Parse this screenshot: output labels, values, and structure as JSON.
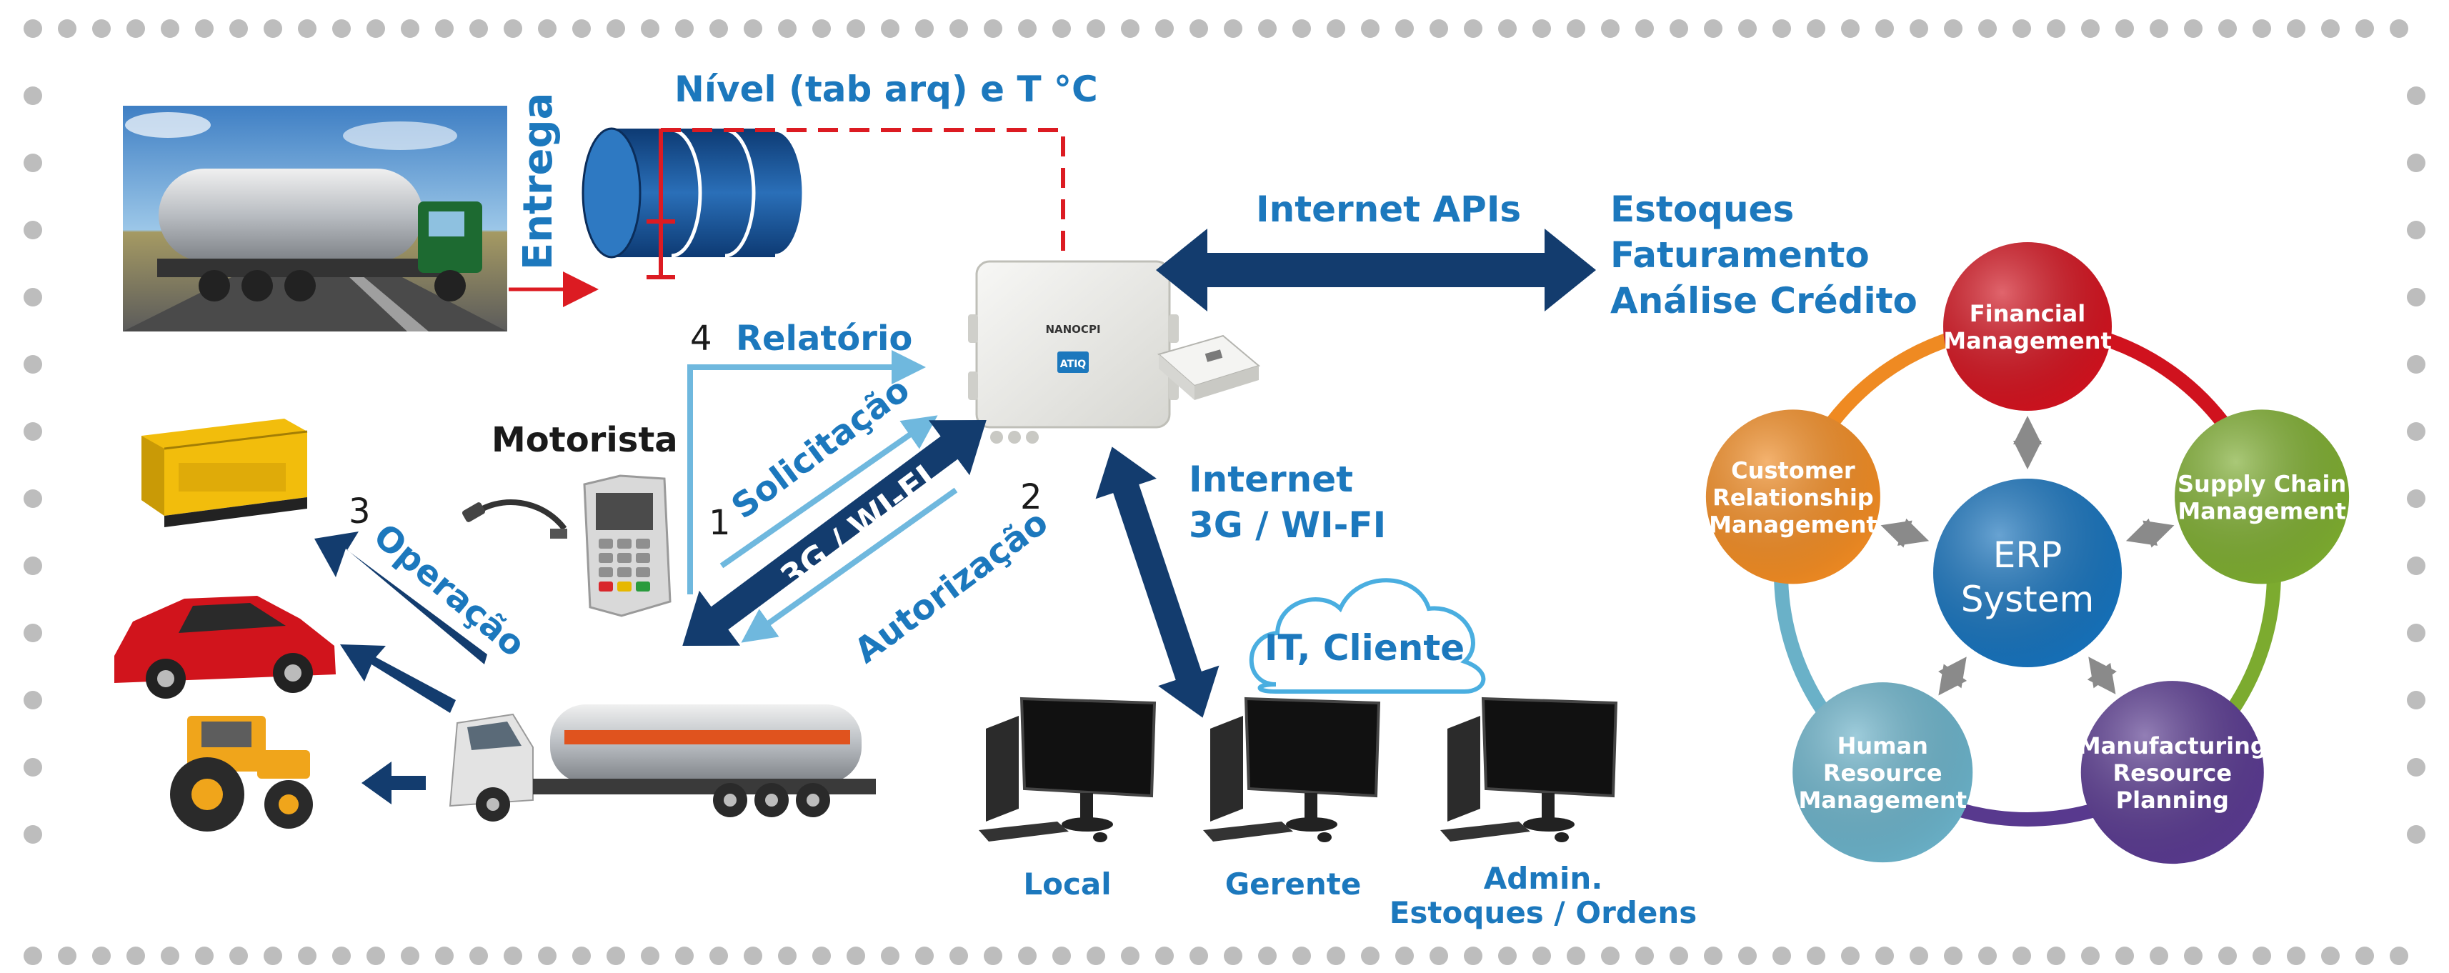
{
  "labels": {
    "nivel": "Nível (tab arq) e  T °C",
    "entrega": "Entrega",
    "internet_apis": "Internet APIs",
    "estoques": "Estoques",
    "faturamento": "Faturamento",
    "analise_credito": "Análise Crédito",
    "relatorio_num": "4",
    "relatorio": "Relatório",
    "motorista": "Motorista",
    "solicitacao_num": "1",
    "solicitacao": "Solicitação",
    "autorizacao_num": "2",
    "autorizacao": "Autorização",
    "operacao_num": "3",
    "operacao": "Operação",
    "link_3g_left": "3G / WI-FI",
    "link_3g_right": "3G / WI-FI",
    "internet_line1": "Internet",
    "internet_line2": "3G / WI-FI",
    "cloud": "IT, Cliente",
    "local": "Local",
    "gerente": "Gerente",
    "admin_line1": "Admin.",
    "admin_line2": "Estoques / Ordens",
    "device_brand": "NANOCPI",
    "device_sub": "ATIQ"
  },
  "erp": {
    "center_line1": "ERP",
    "center_line2": "System",
    "modules": [
      {
        "lines": [
          "Financial",
          "Management"
        ],
        "color": "#d0121e"
      },
      {
        "lines": [
          "Supply Chain",
          "Management"
        ],
        "color": "#7cab2f"
      },
      {
        "lines": [
          "Manufacturing",
          "Resource",
          "Planning"
        ],
        "color": "#58398e"
      },
      {
        "lines": [
          "Human",
          "Resource",
          "Management"
        ],
        "color": "#6ab1c8"
      },
      {
        "lines": [
          "Customer",
          "Relationship",
          "Management"
        ],
        "color": "#ef8a22"
      }
    ],
    "center_color": "#1671ba"
  },
  "colors": {
    "accent_blue": "#1c78bd",
    "navy": "#133c6e",
    "light_blue": "#6fb8de",
    "red": "#dc1b22",
    "dots": "#bdbdbd"
  }
}
